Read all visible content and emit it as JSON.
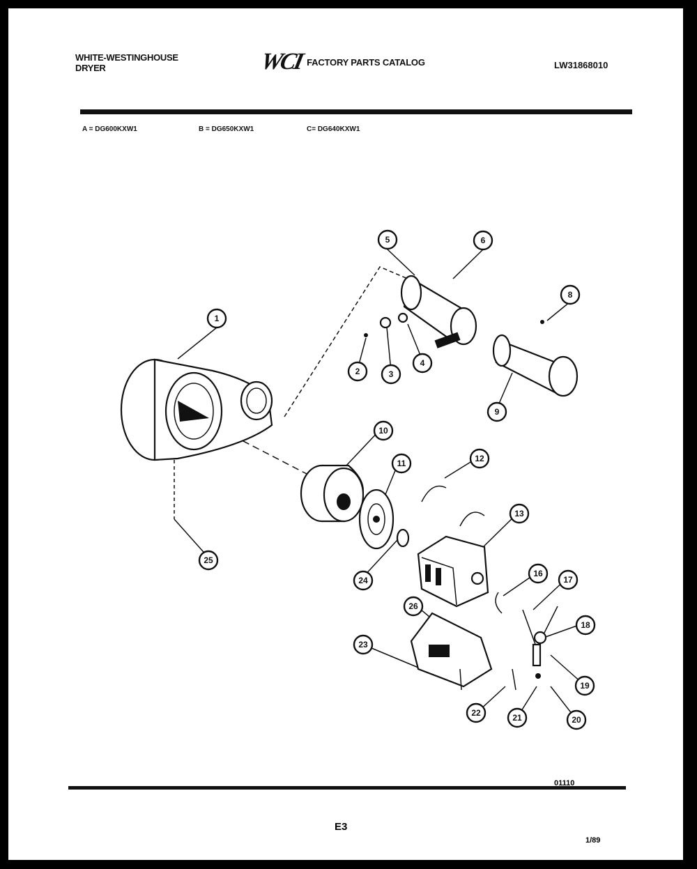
{
  "header": {
    "brand_line1": "WHITE-WESTINGHOUSE",
    "brand_line2": "DRYER",
    "logo_text": "WCI",
    "catalog_title": "FACTORY PARTS CATALOG",
    "catalog_number": "LW31868010"
  },
  "models": {
    "a": "A = DG600KXW1",
    "b": "B = DG650KXW1",
    "c": "C= DG640KXW1"
  },
  "callouts": [
    "1",
    "2",
    "3",
    "4",
    "5",
    "6",
    "8",
    "9",
    "10",
    "11",
    "12",
    "13",
    "16",
    "17",
    "18",
    "19",
    "20",
    "21",
    "22",
    "23",
    "24",
    "25",
    "26"
  ],
  "footer": {
    "figure_code": "01110",
    "page_number": "E3",
    "date_code": "1/89"
  }
}
